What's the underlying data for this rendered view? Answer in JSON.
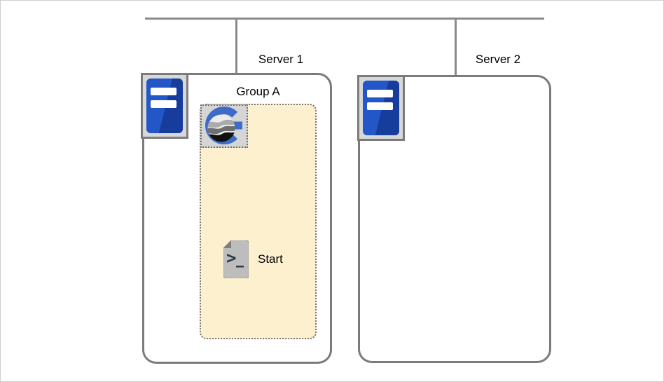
{
  "diagram": {
    "servers": [
      {
        "label": "Server 1"
      },
      {
        "label": "Server 2"
      }
    ],
    "group": {
      "label": "Group A"
    },
    "job": {
      "label": "Start"
    }
  },
  "icons": {
    "server": "server-tower-icon",
    "group_badge": "jobscheduler-logo-icon",
    "job": "shell-script-icon"
  },
  "colors": {
    "connector_line": "#8a8a8a",
    "node_border": "#7b7b7b",
    "group_zone_fill": "#fcf0ce",
    "dotted_border": "#757575",
    "icon_tile_fill": "#d8d8d8",
    "server_blue": "#2357c8",
    "server_blue_dark": "#163d9c",
    "logo_blue": "#3c6bc8",
    "script_page_gray": "#bdbdbd",
    "canvas_border": "#cfcfcf"
  }
}
